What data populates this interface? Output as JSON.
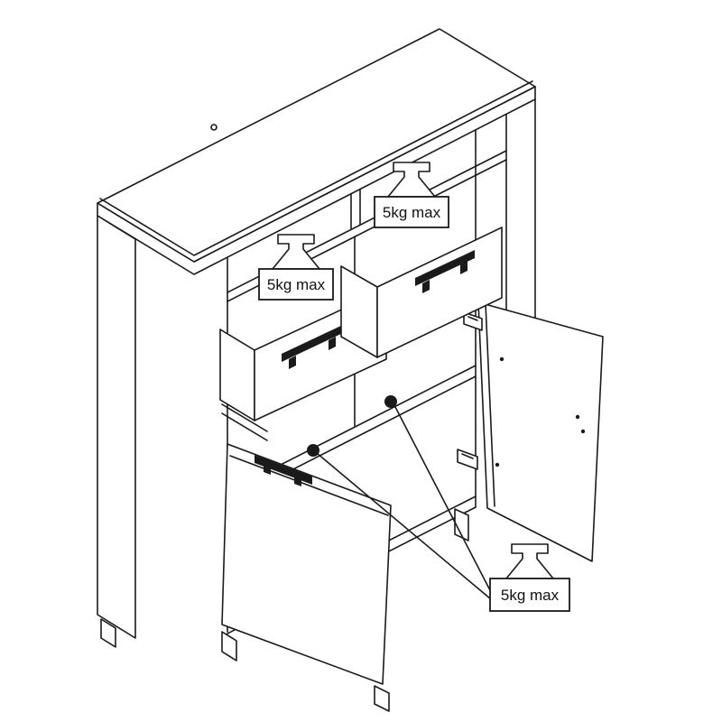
{
  "diagram": {
    "type": "furniture-line-drawing",
    "subject": "cabinet with two drawers and two open doors, shelf weight limits",
    "ink_color": "#1a1a1a",
    "background_color": "#ffffff",
    "labels": [
      {
        "text": "5kg max"
      },
      {
        "text": "5kg max"
      },
      {
        "text": "5kg max"
      }
    ]
  }
}
